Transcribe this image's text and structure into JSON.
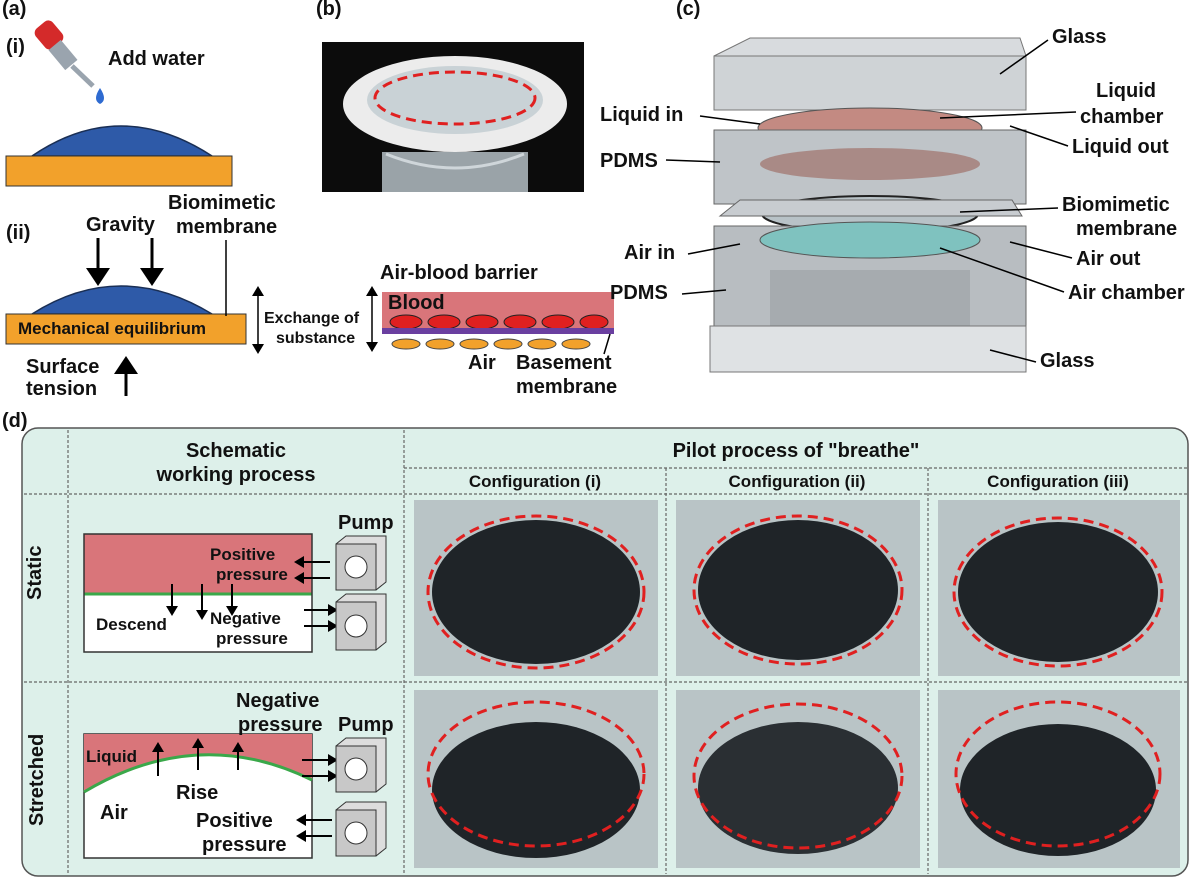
{
  "panels": {
    "a": "(a)",
    "b": "(b)",
    "c": "(c)",
    "d": "(d)"
  },
  "a": {
    "sub_i": "(i)",
    "sub_ii": "(ii)",
    "add_water": "Add water",
    "gravity": "Gravity",
    "biomimetic_membrane": [
      "Biomimetic",
      "membrane"
    ],
    "mech_eq": "Mechanical equilibrium",
    "surface_tension": [
      "Surface",
      "tension"
    ],
    "exchange": [
      "Exchange of",
      "substance"
    ],
    "abb_title": "Air-blood barrier",
    "blood": "Blood",
    "air": "Air",
    "basement": [
      "Basement",
      "membrane"
    ]
  },
  "c": {
    "glass_top": "Glass",
    "liquid_in": "Liquid in",
    "liquid_chamber": [
      "Liquid",
      "chamber"
    ],
    "liquid_out": "Liquid out",
    "pdms_top": "PDMS",
    "biomimetic": [
      "Biomimetic",
      "membrane"
    ],
    "air_in": "Air in",
    "air_out": "Air out",
    "pdms_bottom": "PDMS",
    "air_chamber": "Air chamber",
    "glass_bottom": "Glass"
  },
  "d": {
    "schematic_title": [
      "Schematic",
      "working process"
    ],
    "pilot_title": "Pilot process of \"breathe\"",
    "configs": [
      "Configuration (i)",
      "Configuration (ii)",
      "Configuration (iii)"
    ],
    "rows": [
      "Static",
      "Stretched"
    ],
    "static": {
      "pump": "Pump",
      "positive": [
        "Positive",
        "pressure"
      ],
      "descend": "Descend",
      "negative": [
        "Negative",
        "pressure"
      ]
    },
    "stretched": {
      "negative": [
        "Negative",
        "pressure"
      ],
      "pump": "Pump",
      "liquid": "Liquid",
      "rise": "Rise",
      "air": "Air",
      "positive": [
        "Positive",
        "pressure"
      ]
    }
  },
  "colors": {
    "blue_drop": "#2e5aa8",
    "substrate": "#f2a12b",
    "blood": "#d9757a",
    "panel_bg": "#ddf0ea",
    "dashed": "#e02020",
    "membrane_purple": "#6a3fa0"
  }
}
